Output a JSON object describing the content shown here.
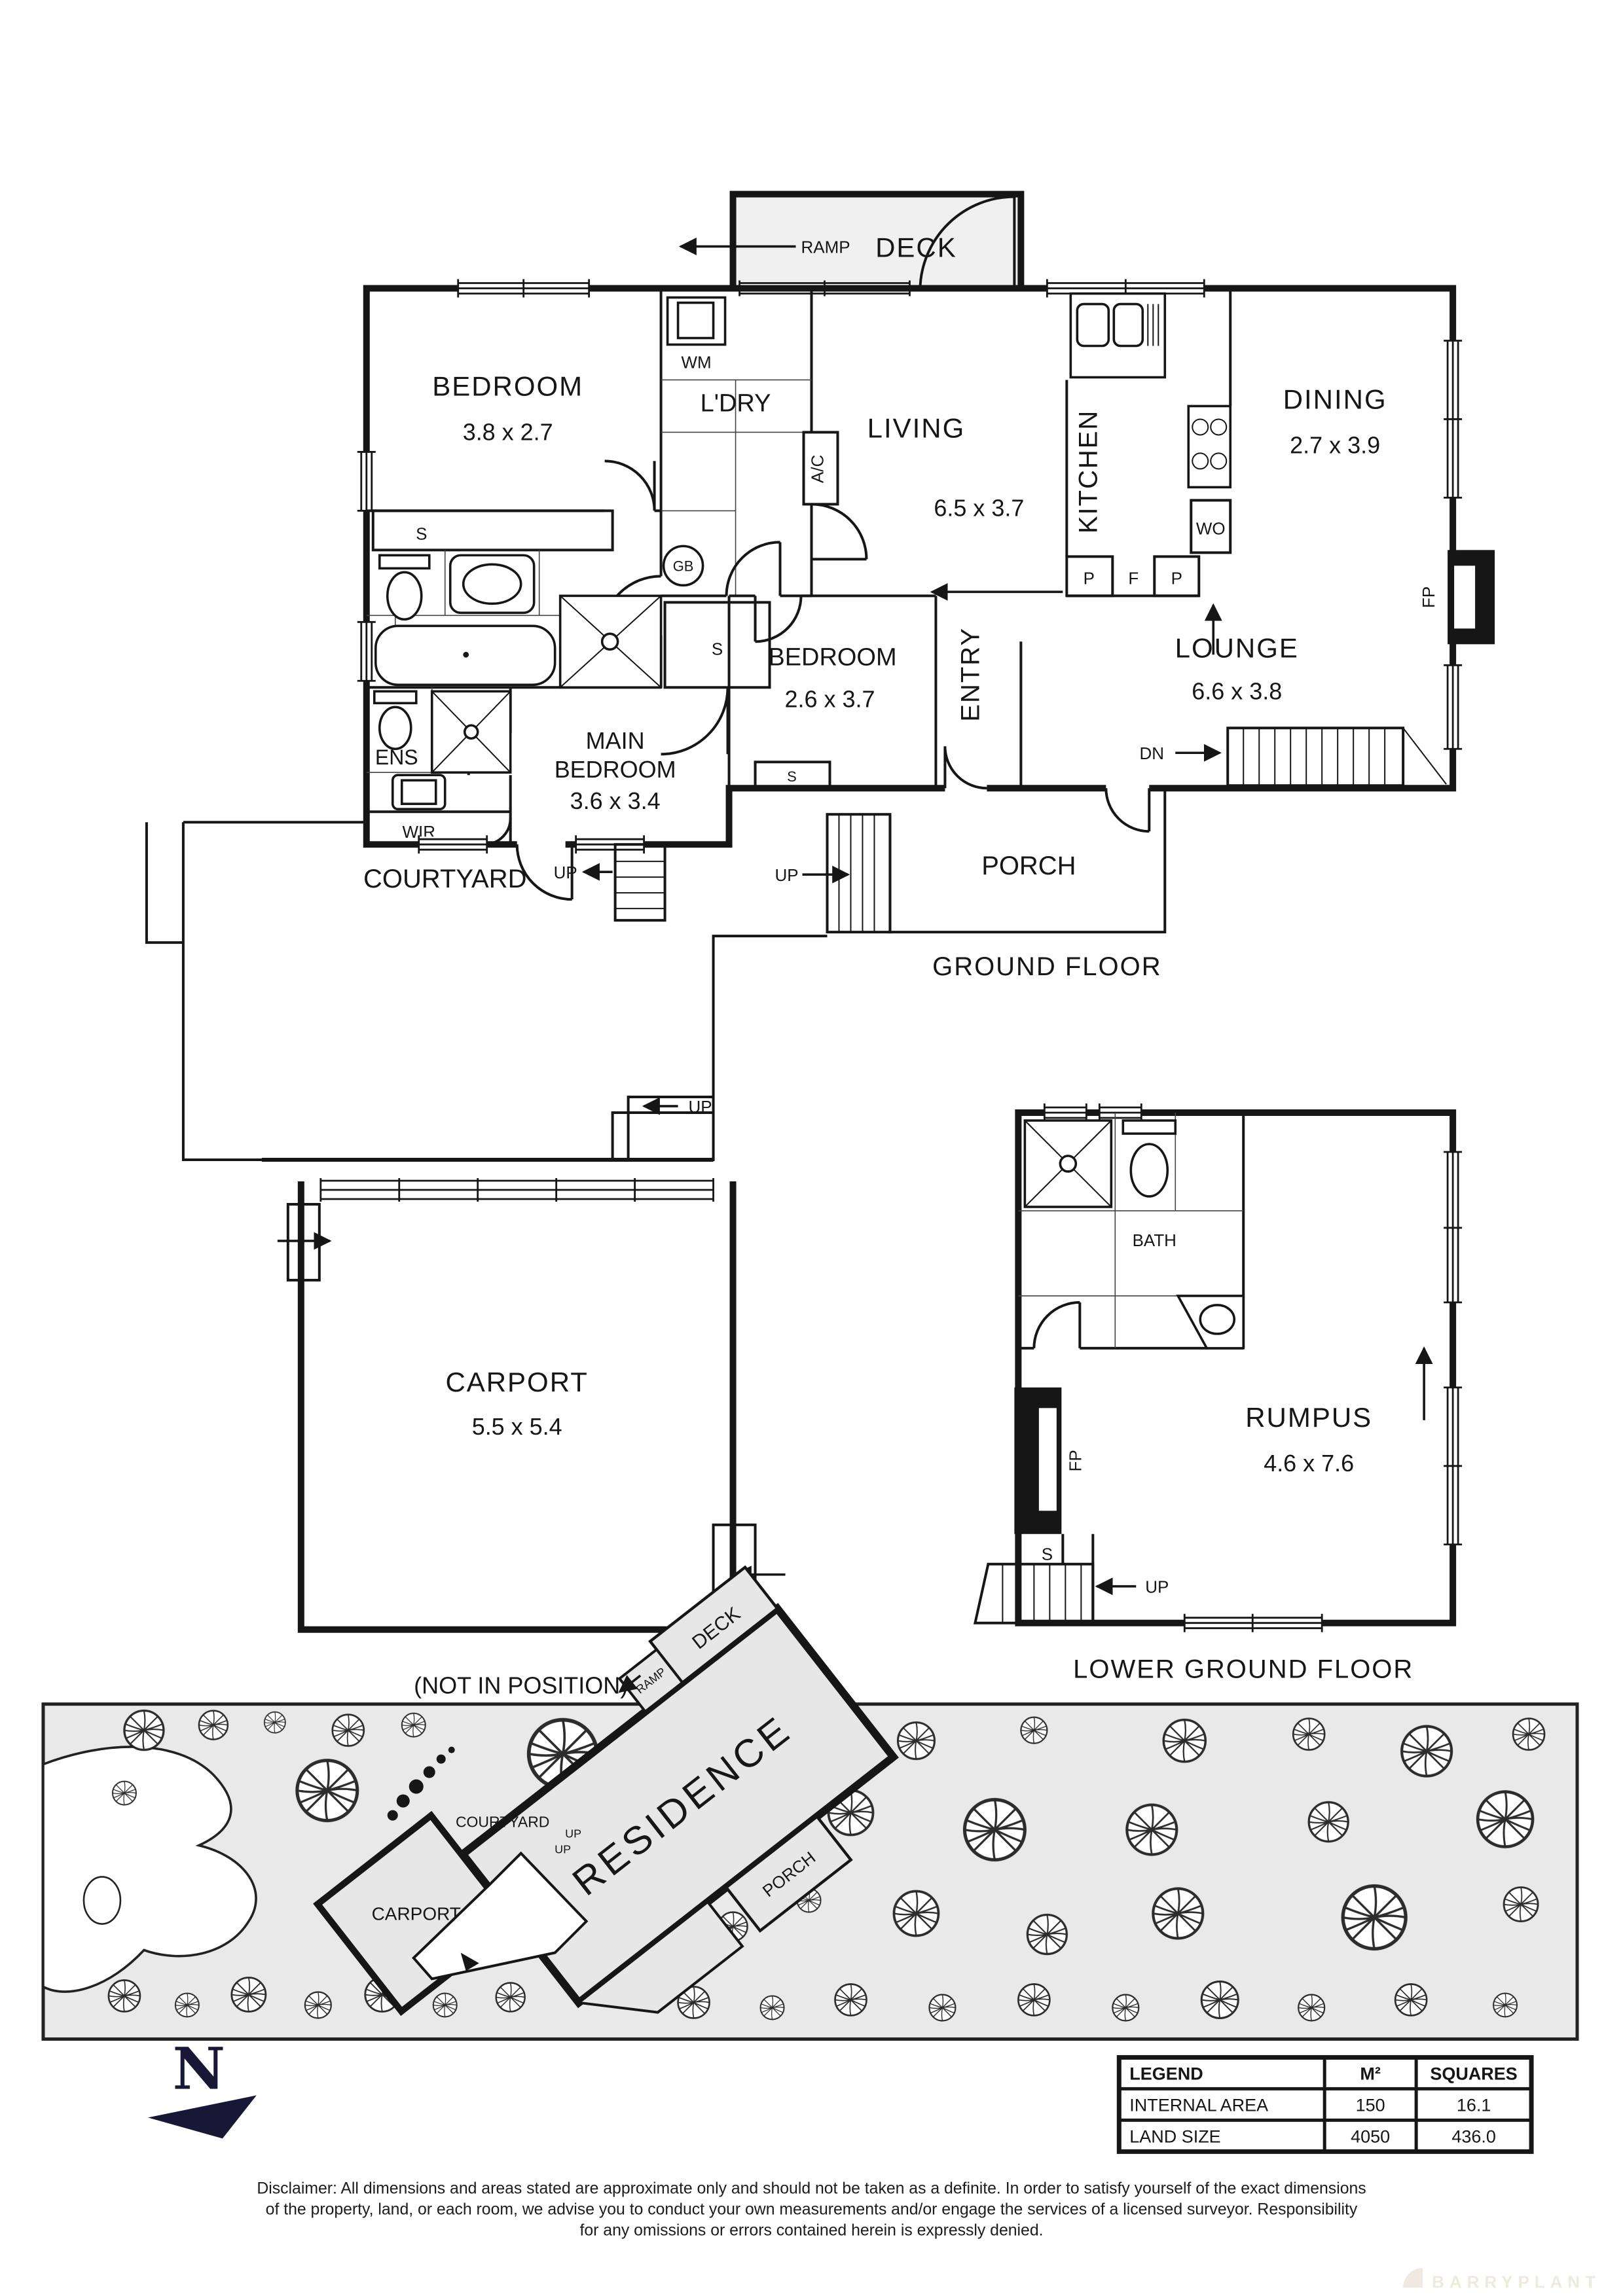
{
  "ground_floor": {
    "floor_label": "GROUND FLOOR",
    "deck": "DECK",
    "ramp": "RAMP",
    "bedroom1": {
      "name": "BEDROOM",
      "dims": "3.8 x 2.7"
    },
    "laundry": {
      "name": "L'DRY",
      "wm": "WM",
      "gb": "GB"
    },
    "ac": "A/C",
    "living": {
      "name": "LIVING",
      "dims": "6.5 x 3.7"
    },
    "kitchen": {
      "name": "KITCHEN",
      "wo": "WO",
      "p": "P",
      "f": "F"
    },
    "dining": {
      "name": "DINING",
      "dims": "2.7 x 3.9"
    },
    "bath": {
      "name": "BATH"
    },
    "ens": {
      "name": "ENS"
    },
    "wir": {
      "name": "WIR"
    },
    "storage": "S",
    "main_bedroom": {
      "line1": "MAIN",
      "line2": "BEDROOM",
      "dims": "3.6 x 3.4"
    },
    "bedroom2": {
      "name": "BEDROOM",
      "dims": "2.6 x 3.7"
    },
    "entry": {
      "name": "ENTRY"
    },
    "lounge": {
      "name": "LOUNGE",
      "dims": "6.6 x 3.8",
      "dn": "DN"
    },
    "fireplace": "FP",
    "porch": {
      "name": "PORCH"
    },
    "courtyard": {
      "name": "COURTYARD"
    },
    "up": "UP"
  },
  "carport": {
    "name": "CARPORT",
    "dims": "5.5 x 5.4",
    "note": "(NOT IN POSITION)"
  },
  "lower_ground_floor": {
    "floor_label": "LOWER GROUND FLOOR",
    "rumpus": {
      "name": "RUMPUS",
      "dims": "4.6 x 7.6"
    },
    "bath": "BATH",
    "fireplace": "FP",
    "storage": "S",
    "up": "UP"
  },
  "site_plan": {
    "residence": "RESIDENCE",
    "deck": "DECK",
    "ramp": "RAMP",
    "porch": "PORCH",
    "courtyard": "COURTYARD",
    "carport": "CARPORT",
    "up": "UP",
    "north_label": "N"
  },
  "legend": {
    "headers": [
      "LEGEND",
      "M²",
      "SQUARES"
    ],
    "rows": [
      {
        "label": "INTERNAL AREA",
        "m2": "150",
        "squares": "16.1"
      },
      {
        "label": "LAND SIZE",
        "m2": "4050",
        "squares": "436.0"
      }
    ]
  },
  "disclaimer": {
    "line1": "Disclaimer: All dimensions and areas stated are approximate only and should not be taken as a definite. In order to satisfy yourself of the exact dimensions",
    "line2": "of the property, land, or each room, we advise you to conduct your own measurements and/or engage the services of a licensed surveyor. Responsibility",
    "line3": "for any omissions or errors contained herein is expressly denied."
  },
  "watermark": "BARRYPLANT",
  "colors": {
    "wall": "#161616",
    "site_background": "#e9e9e9",
    "deck_fill": "#f0f0f0",
    "north_arrow": "#181836",
    "watermark": "#efe9df"
  }
}
